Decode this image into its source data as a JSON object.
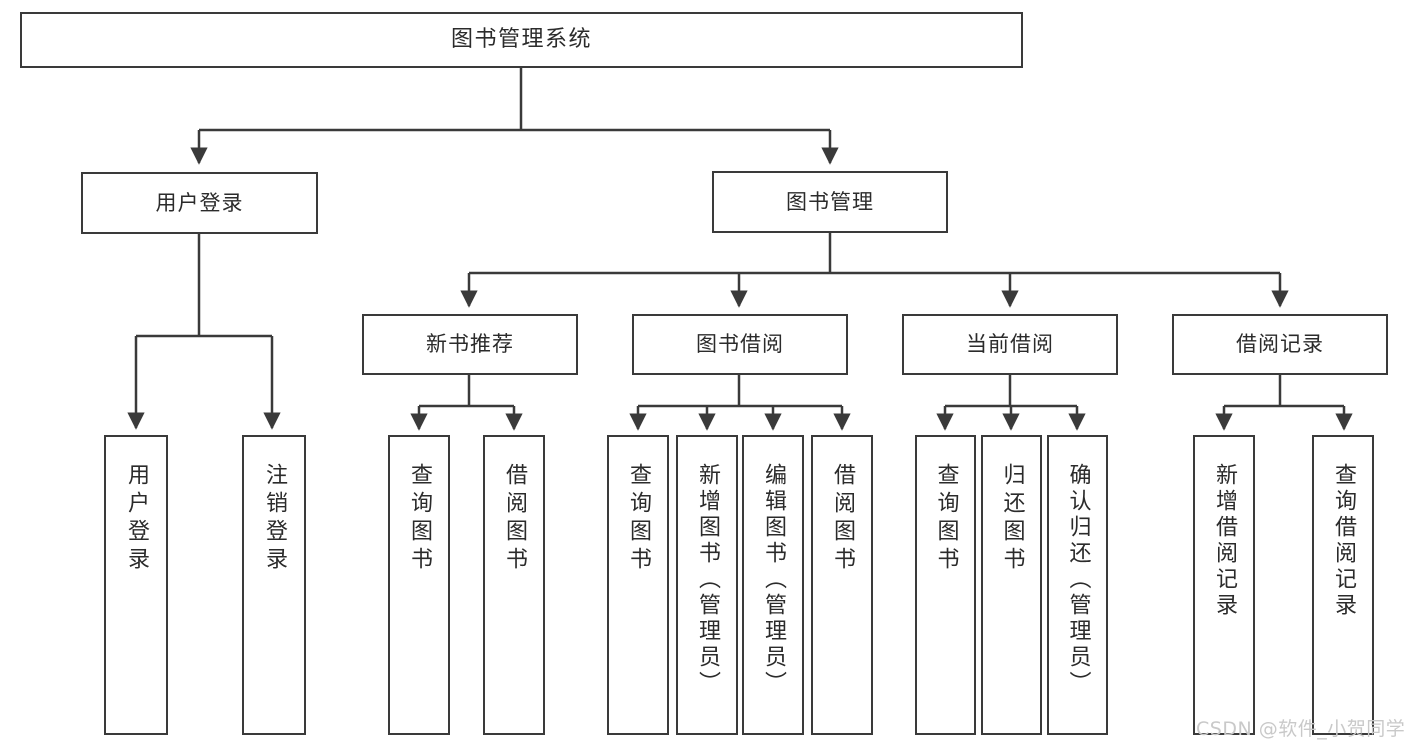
{
  "diagram": {
    "title": "图书管理系统",
    "type": "tree-hierarchy-chart",
    "watermark": "CSDN @软件_小贺同学",
    "line_color": "#3a3a3a",
    "text_color": "#2b2b2b",
    "background": "#ffffff"
  },
  "nodes": {
    "root": {
      "label": "图书管理系统"
    },
    "level2": [
      {
        "id": "user-login",
        "label": "用户登录"
      },
      {
        "id": "book-management",
        "label": "图书管理"
      }
    ],
    "level3": [
      {
        "id": "new-book-recommend",
        "label": "新书推荐"
      },
      {
        "id": "book-borrow",
        "label": "图书借阅"
      },
      {
        "id": "current-borrow",
        "label": "当前借阅"
      },
      {
        "id": "borrow-record",
        "label": "借阅记录"
      }
    ],
    "leaves": {
      "user_login": [
        {
          "id": "leaf-user-login",
          "label": "用户登录"
        },
        {
          "id": "leaf-logout-login",
          "label": "注销登录"
        }
      ],
      "new_book_recommend": [
        {
          "id": "leaf-query-book-1",
          "label": "查询图书"
        },
        {
          "id": "leaf-borrow-book-1",
          "label": "借阅图书"
        }
      ],
      "book_borrow": [
        {
          "id": "leaf-query-book-2",
          "label": "查询图书"
        },
        {
          "id": "leaf-add-book",
          "label": "新增图书（管理员）"
        },
        {
          "id": "leaf-edit-book",
          "label": "编辑图书（管理员）"
        },
        {
          "id": "leaf-borrow-book-2",
          "label": "借阅图书"
        }
      ],
      "current_borrow": [
        {
          "id": "leaf-query-book-3",
          "label": "查询图书"
        },
        {
          "id": "leaf-return-book",
          "label": "归还图书"
        },
        {
          "id": "leaf-confirm-return",
          "label": "确认归还（管理员）"
        }
      ],
      "borrow_record": [
        {
          "id": "leaf-add-record",
          "label": "新增借阅记录"
        },
        {
          "id": "leaf-query-record",
          "label": "查询借阅记录"
        }
      ]
    }
  }
}
